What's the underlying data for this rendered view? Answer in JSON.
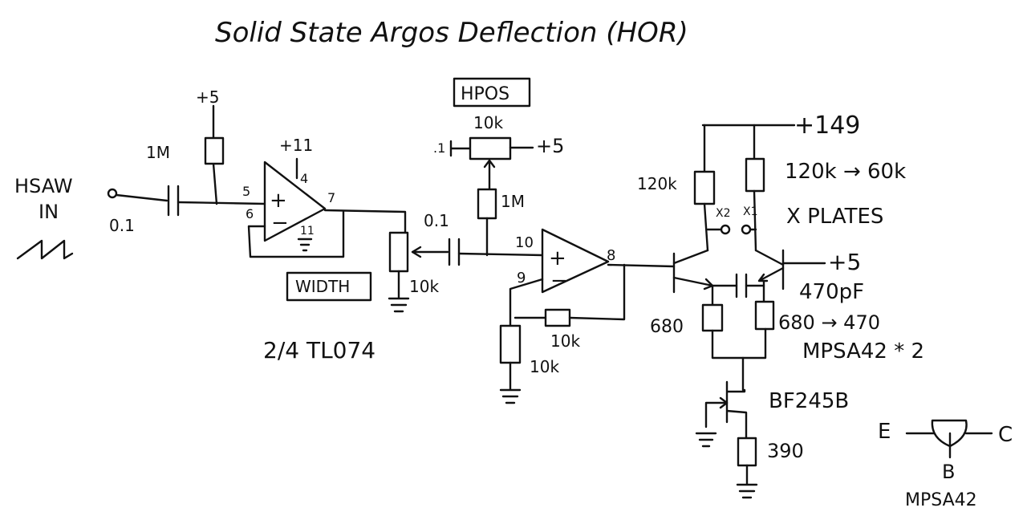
{
  "title": "Solid State Argos Deflection (HOR)",
  "input": {
    "name_line1": "HSAW",
    "name_line2": "IN",
    "cap_value": "1M",
    "cap_value2": "0.1"
  },
  "opamp1": {
    "supply": "+11",
    "pin_plus": "5",
    "pin_minus": "6",
    "pin_out": "7",
    "pin_v": "4",
    "pin_gnd": "11",
    "ref_supply": "+5",
    "chip_label": "2/4 TL074"
  },
  "width_pot": {
    "label": "WIDTH",
    "value": "10k"
  },
  "coupling_cap": {
    "value": "0.1"
  },
  "hpos": {
    "label": "HPOS",
    "pot_value": "10k",
    "left_cap": ".1",
    "supply": "+5",
    "series_res": "1M"
  },
  "opamp2": {
    "pin_plus": "10",
    "pin_minus": "9",
    "pin_out": "8",
    "feedback_res": "10k",
    "ground_res": "10k"
  },
  "output_stage": {
    "hv_supply": "+149",
    "collector_left": "120k",
    "collector_right": "120k → 60k",
    "plate_x2": "X2",
    "plate_x1": "X1",
    "plates_label": "X PLATES",
    "base_right_supply": "+5",
    "bypass_cap": "470pF",
    "emitter_left": "680",
    "emitter_right": "680 → 470",
    "transistors": "MPSA42 * 2",
    "jfet": "BF245B",
    "source_res": "390"
  },
  "pinout": {
    "e": "E",
    "c": "C",
    "b": "B",
    "part": "MPSA42"
  }
}
